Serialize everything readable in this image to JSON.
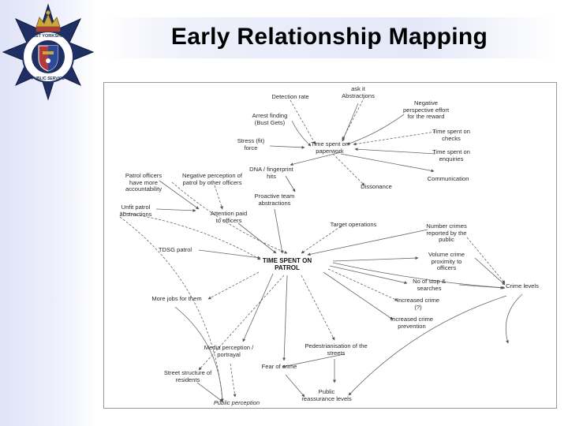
{
  "slide": {
    "title": "Early Relationship Mapping"
  },
  "crest": {
    "ring_text": "WEST YORKSHIRE POLICE · IN THE PUBLIC SERVICE",
    "colors": {
      "star": "#1f2f63",
      "ring": "#ffffff",
      "shield_red": "#b23a3a",
      "shield_blue": "#2c4a9a",
      "crown_gold": "#c9a640"
    }
  },
  "diagram": {
    "nodes": [
      {
        "id": "det",
        "label": "Detection rate"
      },
      {
        "id": "ask",
        "label": "ask it\nAbstractions"
      },
      {
        "id": "neg",
        "label": "Negative\nperspective effort\nfor the reward"
      },
      {
        "id": "arr",
        "label": "Arrest finding\n(Bust Gets)"
      },
      {
        "id": "tsc",
        "label": "Time spent on\nchecks"
      },
      {
        "id": "stre",
        "label": "Stress (fit)\nforce"
      },
      {
        "id": "tsp",
        "label": "Time spent on\npaperwork"
      },
      {
        "id": "tse",
        "label": "Time spent on\nenquiries"
      },
      {
        "id": "dna",
        "label": "DNA / fingerprint\nhits"
      },
      {
        "id": "pat",
        "label": "Patrol officers\nhave more\naccountability"
      },
      {
        "id": "negp",
        "label": "Negative perception of\npatrol by other officers"
      },
      {
        "id": "com",
        "label": "Communication"
      },
      {
        "id": "pro",
        "label": "Proactive team\nabstractions"
      },
      {
        "id": "dis",
        "label": "Dissonance"
      },
      {
        "id": "unf",
        "label": "Unfit patrol\nabstractions"
      },
      {
        "id": "att",
        "label": "Attention paid\nto officers"
      },
      {
        "id": "tar",
        "label": "Target operations"
      },
      {
        "id": "num",
        "label": "Number crimes\nreported by the\npublic"
      },
      {
        "id": "tdg",
        "label": "TDSG patrol"
      },
      {
        "id": "cen",
        "label": "TIME SPENT ON\nPATROL"
      },
      {
        "id": "vol",
        "label": "Volume crime\nproximity to\nofficers"
      },
      {
        "id": "nsc",
        "label": "No of stop &\nsearches"
      },
      {
        "id": "crl",
        "label": "Crime levels"
      },
      {
        "id": "inc",
        "label": "Increased crime\n(?)"
      },
      {
        "id": "mor",
        "label": "More jobs for them"
      },
      {
        "id": "icd",
        "label": "Increased crime\nprevention"
      },
      {
        "id": "med",
        "label": "Media perception /\nportrayal"
      },
      {
        "id": "ped",
        "label": "Pedestrianisation of the\nstreets"
      },
      {
        "id": "fea",
        "label": "Fear of crime"
      },
      {
        "id": "str",
        "label": "Street structure of\nresidents"
      },
      {
        "id": "pub",
        "label": "Public\nreassurance levels"
      },
      {
        "id": "pup",
        "label": "Public perception"
      }
    ]
  }
}
